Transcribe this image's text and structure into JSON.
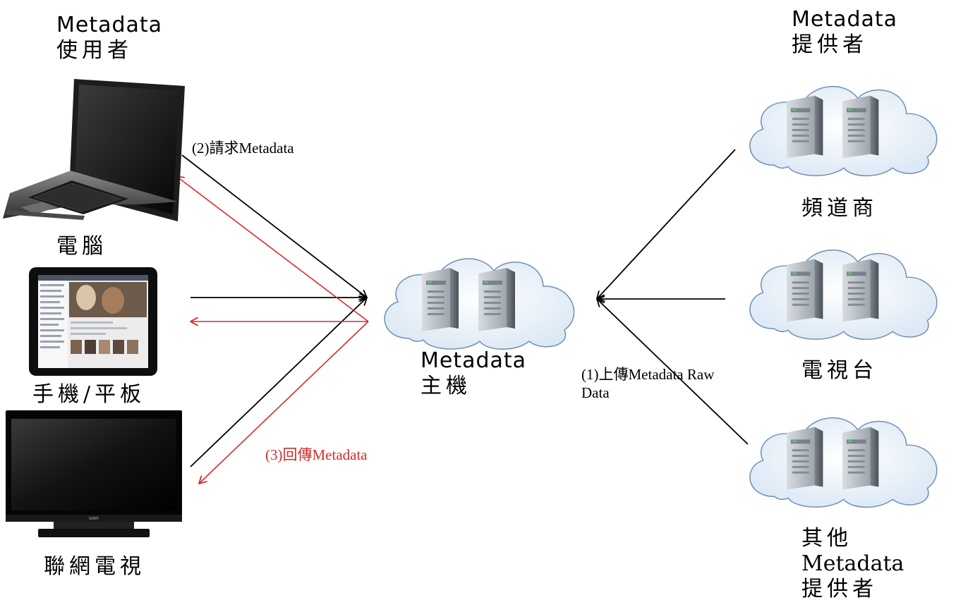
{
  "users": {
    "title_line1": "Metadata",
    "title_line2": "使用者",
    "devices": [
      {
        "label": "電腦"
      },
      {
        "label": "手機/平板"
      },
      {
        "label": "聯網電視"
      }
    ]
  },
  "host": {
    "line1": "Metadata",
    "line2": "主機"
  },
  "providers": {
    "title_line1": "Metadata",
    "title_line2": "提供者",
    "items": [
      {
        "label": "頻道商"
      },
      {
        "label": "電視台"
      },
      {
        "label_line1": "其他",
        "label_line2": "Metadata",
        "label_line3": "提供者"
      }
    ]
  },
  "flows": {
    "request": "(2)請求Metadata",
    "response": "(3)回傳Metadata",
    "upload_line1": "(1)上傳Metadata Raw",
    "upload_line2": "Data"
  },
  "colors": {
    "request_arrow": "#000000",
    "response_arrow": "#d42b2b",
    "cloud_fill": "#eef5fc",
    "cloud_stroke": "#6f8fb3"
  },
  "icons": {
    "laptop": "laptop-icon",
    "tablet": "tablet-icon",
    "tv": "tv-icon",
    "cloud_server": "cloud-server-icon"
  }
}
